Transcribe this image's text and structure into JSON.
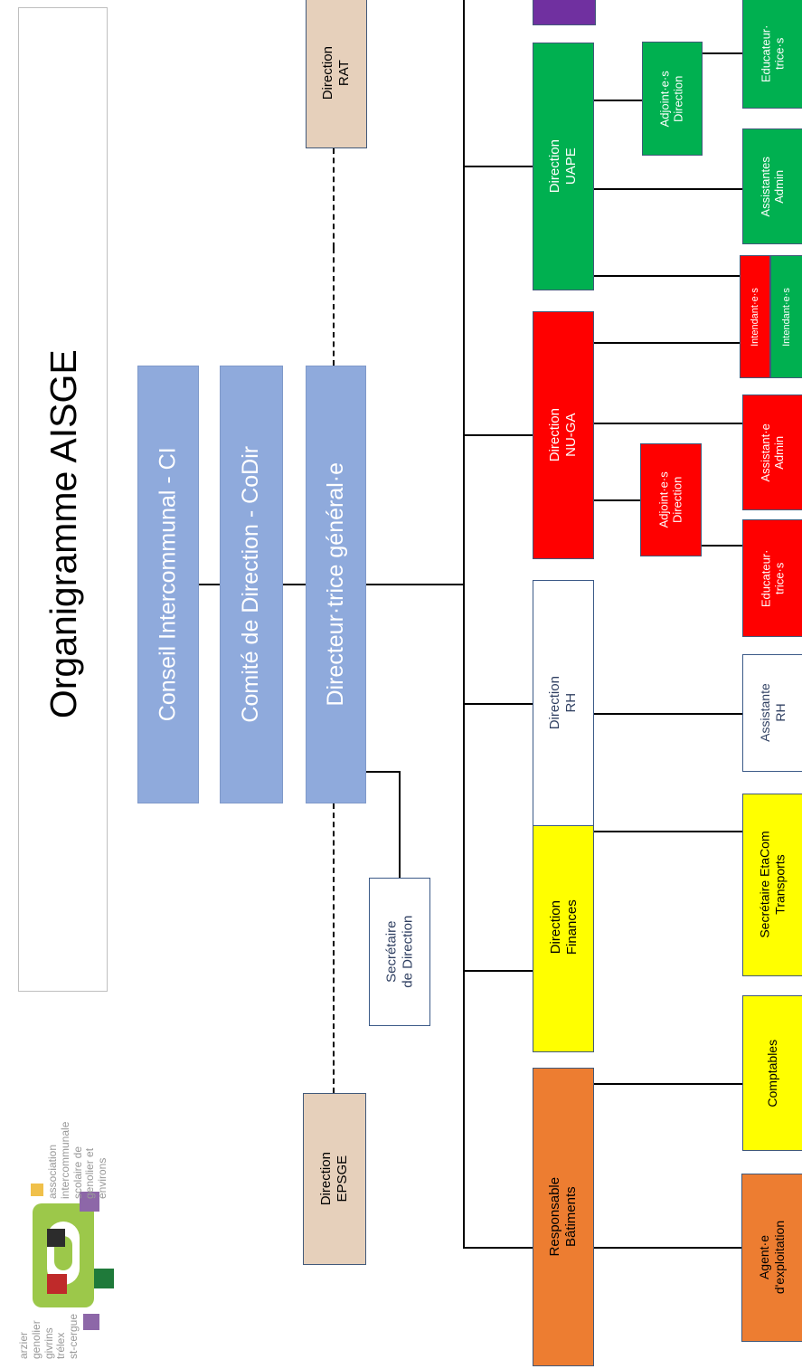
{
  "title": "Organigramme AISGE",
  "logo": {
    "left_lines": "arzier\ngenolier\ngivrins\ntrélex\nst-cergue",
    "right_lines": "association\nintercommunale\nscolaire de\ngenolier et\nenvirons"
  },
  "governance": {
    "ci": "Conseil Intercommunal - CI",
    "codir": "Comité de Direction - CoDir",
    "dg": "Directeur·trice général·e"
  },
  "direction_rat": "Direction\nRAT",
  "direction_epsge": "Direction\nEPSGE",
  "secretaire_direction": "Secrétaire\nde Direction",
  "departments": {
    "batiments": "Responsable\nBâtiments",
    "agent_exploitation": "Agent·e\nd'exploitation",
    "finances": "Direction\nFinances",
    "comptables": "Comptables",
    "secretaire_etacom": "Secrétaire EtaCom\nTransports",
    "rh": "Direction\nRH",
    "assistante_rh": "Assistante\nRH",
    "nuga": "Direction\nNU-GA",
    "adjoints_nuga": "Adjoint·e·s\nDirection",
    "educateurs_nuga": "Educateur·\ntrice·s",
    "assistant_admin": "Assistant·e\nAdmin",
    "intendant_red": "Intendant·e·s",
    "intendant_green": "Intendant·e·s",
    "uape": "Direction\nUAPE",
    "adjoints_uape": "Adjoint·e·s\nDirection",
    "assistantes_admin": "Assistantes\nAdmin",
    "educateurs_uape": "Educateur·\ntrice·s"
  },
  "colors": {
    "governance": "#8faadc",
    "beige": "#e6d0bb",
    "finances": "#ffff00",
    "batiments": "#ed7d31",
    "nuga": "#ff0000",
    "uape": "#00b050",
    "purple": "#7030a0"
  }
}
